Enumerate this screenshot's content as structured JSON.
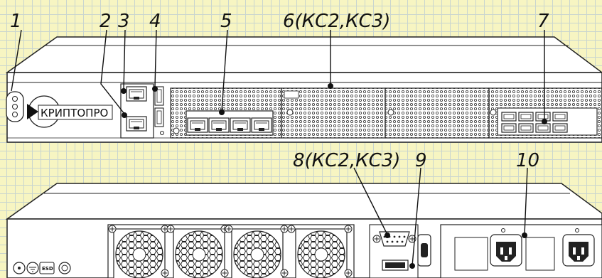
{
  "brand": {
    "name": "КРИПТОПРО"
  },
  "callouts": [
    {
      "id": "c1",
      "label": "1"
    },
    {
      "id": "c2",
      "label": "2"
    },
    {
      "id": "c3",
      "label": "3"
    },
    {
      "id": "c4",
      "label": "4"
    },
    {
      "id": "c5",
      "label": "5"
    },
    {
      "id": "c6",
      "label": "6(КС2,КС3)"
    },
    {
      "id": "c7",
      "label": "7"
    },
    {
      "id": "c8",
      "label": "8(КС2,КС3)"
    },
    {
      "id": "c9",
      "label": "9"
    },
    {
      "id": "c10",
      "label": "10"
    }
  ],
  "rear_panel": {
    "esd_label": "ESD"
  }
}
